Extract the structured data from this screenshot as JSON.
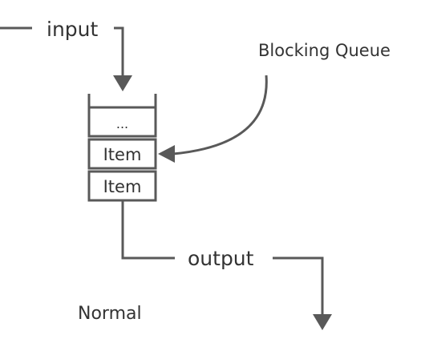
{
  "diagram": {
    "input_label": "input",
    "output_label": "output",
    "queue_label": "Blocking Queue",
    "mode_label": "Normal",
    "slots": [
      {
        "label": "..."
      },
      {
        "label": "Item"
      },
      {
        "label": "Item"
      }
    ]
  },
  "colors": {
    "line": "#595959",
    "text": "#333333",
    "background": "#ffffff"
  }
}
